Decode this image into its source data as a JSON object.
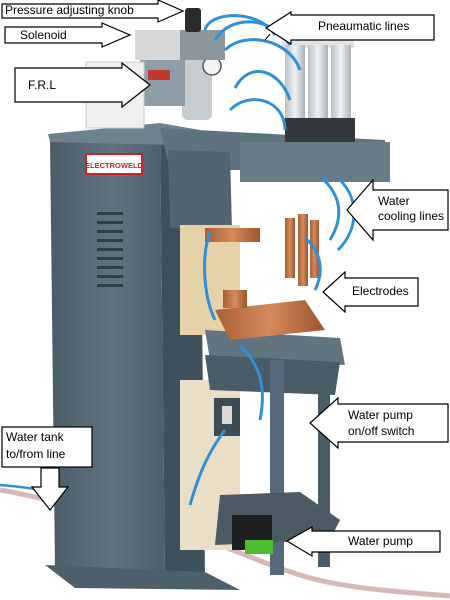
{
  "machine": {
    "brand_plate": "ELECTROWELD",
    "colors": {
      "body": "#556873",
      "body_dark": "#3a4a55",
      "frame_light": "#7a8c97",
      "copper": "#c8794a",
      "tube": "#2f8fd8",
      "bench": "#eadfc6",
      "plate_red": "#d0202a"
    }
  },
  "annotations": {
    "pressure_knob": "Pressure adjusting knob",
    "solenoid": "Solenoid",
    "frl": "F.R.L",
    "pneumatic": "Pneaumatic lines",
    "cooling_1": "Water",
    "cooling_2": "cooling lines",
    "electrodes": "Electrodes",
    "switch_1": "Water pump",
    "switch_2": "on/off switch",
    "tank_1": "Water tank",
    "tank_2": "to/from line",
    "pump": "Water pump"
  }
}
